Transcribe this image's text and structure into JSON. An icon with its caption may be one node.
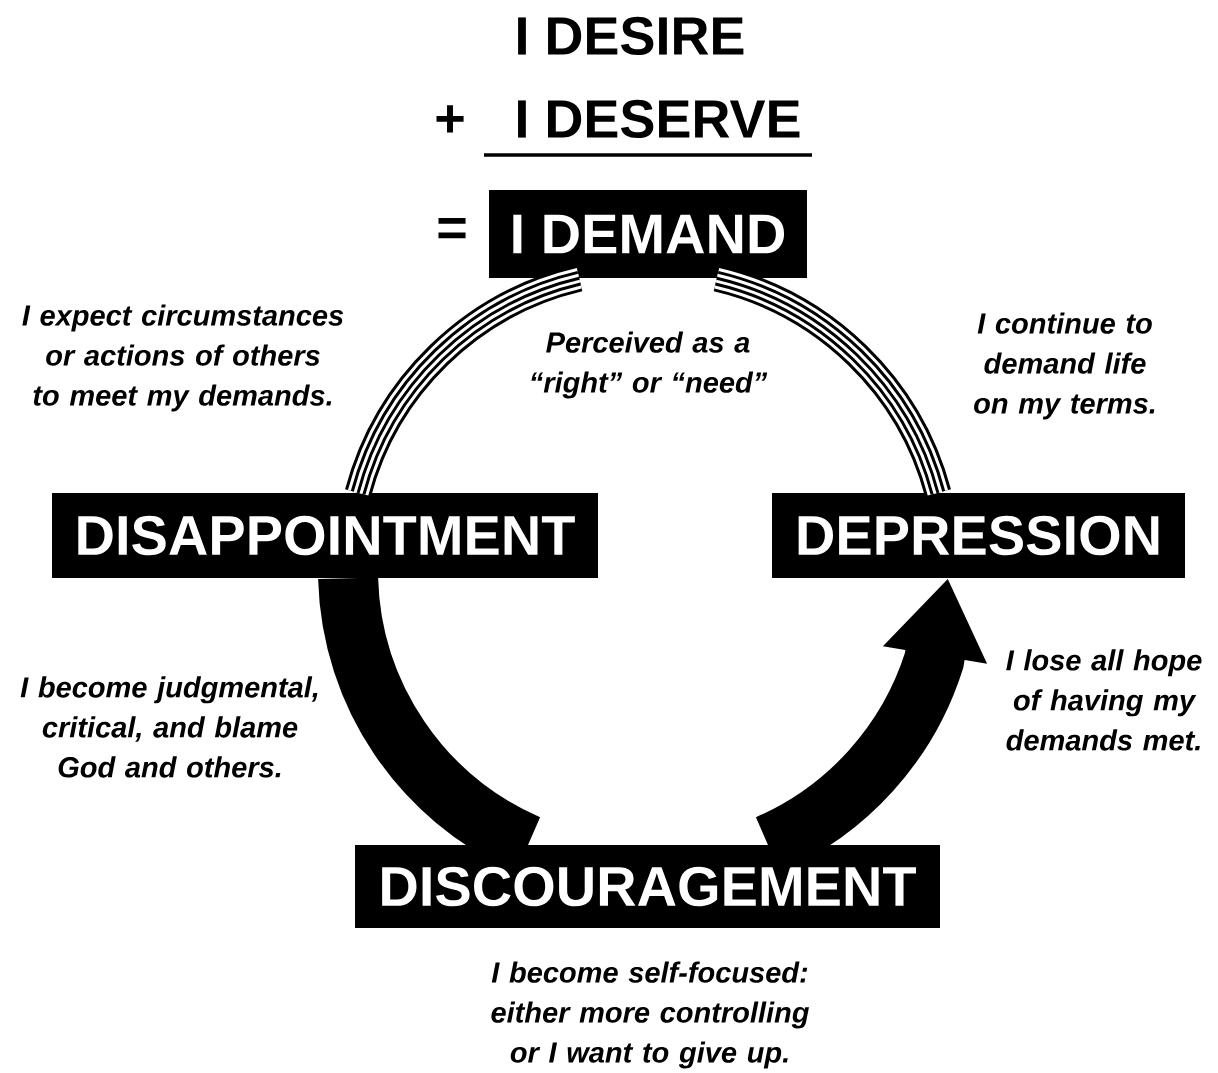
{
  "diagram": {
    "nodes": [
      {
        "text": [
          "I DEMAND"
        ]
      },
      {
        "text": [
          "DISAPPOINTMENT"
        ]
      },
      {
        "text": [
          "DISCOURAGEMENT"
        ]
      },
      {
        "text": [
          "DEPRESSION"
        ]
      }
    ],
    "edges": [
      {
        "from": 0,
        "to": 1,
        "arrow": "none"
      },
      {
        "from": 1,
        "to": 2,
        "arrow": "none",
        "style": "thick"
      },
      {
        "from": 2,
        "to": 3,
        "arrow": "to",
        "style": "thick"
      },
      {
        "from": 3,
        "to": 0,
        "arrow": "none"
      }
    ],
    "labels": [
      "I DESIRE",
      "+",
      "I DESERVE",
      "=",
      "I expect circumstances or actions of others to meet my demands.",
      "Perceived as a “right” or “need”",
      "I continue to demand life on my terms.",
      "I become judgmental, critical, and blame God and others.",
      "I lose all hope of having my demands met.",
      "I become self-focused: either more controlling or I want to give up."
    ]
  }
}
